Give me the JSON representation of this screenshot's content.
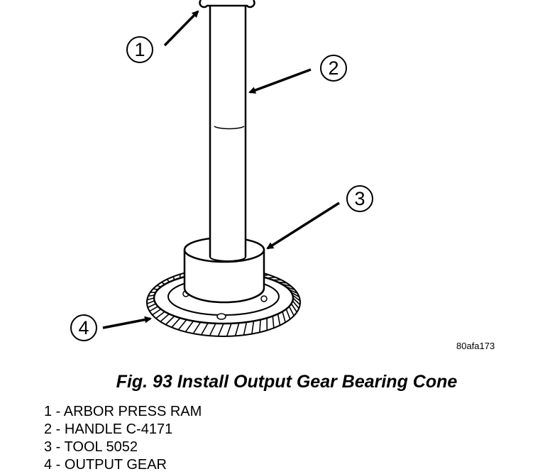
{
  "figure": {
    "ref_code": "80afa173",
    "caption": "Fig. 93 Install Output Gear Bearing Cone",
    "callouts": [
      "1",
      "2",
      "3",
      "4"
    ]
  },
  "legend": [
    {
      "num": "1",
      "sep": " - ",
      "text": "ARBOR PRESS RAM"
    },
    {
      "num": "2",
      "sep": " - ",
      "text": "HANDLE C-4171"
    },
    {
      "num": "3",
      "sep": " - ",
      "text": "TOOL 5052"
    },
    {
      "num": "4",
      "sep": " - ",
      "text": "OUTPUT GEAR"
    }
  ]
}
